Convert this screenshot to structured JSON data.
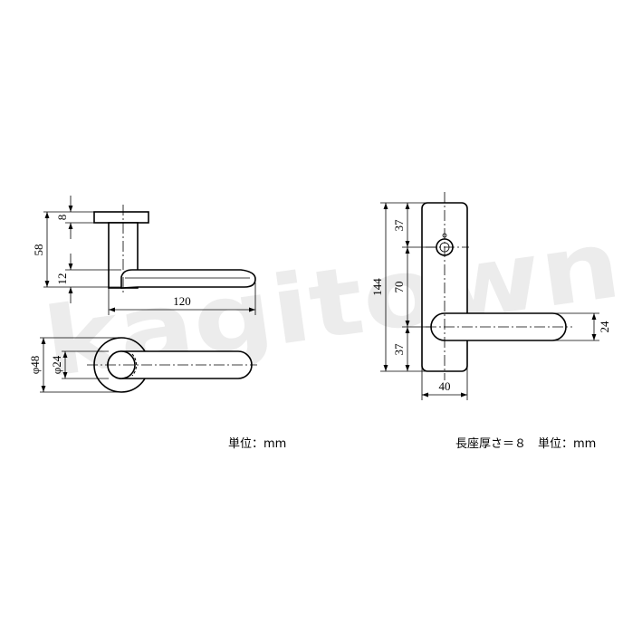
{
  "watermark": "kagitown",
  "left_view": {
    "dim_height_total": "58",
    "dim_rose_thickness": "8",
    "dim_lever_thickness": "12",
    "dim_lever_length": "120",
    "dim_rose_diameter": "φ48",
    "dim_neck_diameter": "φ24",
    "unit_note": "単位：mm"
  },
  "right_view": {
    "dim_plate_height": "144",
    "dim_top_to_hole": "37",
    "dim_hole_to_lever": "70",
    "dim_lever_to_bottom": "37",
    "dim_lever_grip": "24",
    "dim_plate_width": "40",
    "plate_note": "長座厚さ＝８　単位：mm"
  }
}
